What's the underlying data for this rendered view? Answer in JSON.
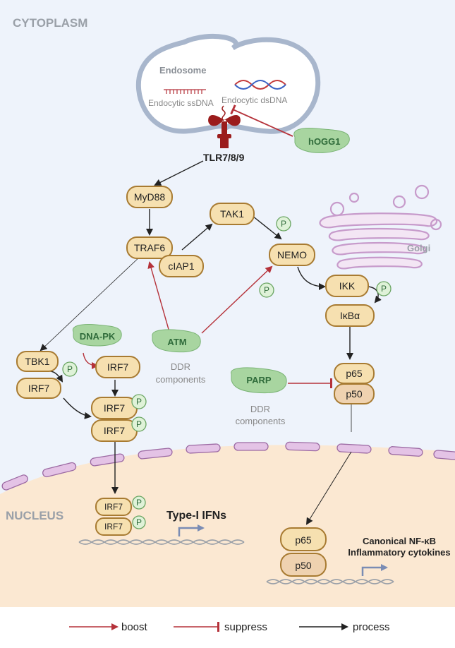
{
  "regions": {
    "cytoplasm": "CYTOPLASM",
    "nucleus": "NUCLEUS"
  },
  "endosome": {
    "title": "Endosome",
    "ssdna": "Endocytic ssDNA",
    "dsdna": "Endocytic dsDNA"
  },
  "golgi": "Golgi",
  "receptor": "TLR7/8/9",
  "nodes": {
    "myd88": "MyD88",
    "traf6": "TRAF6",
    "ciap1": "cIAP1",
    "tak1": "TAK1",
    "nemo": "NEMO",
    "ikk": "IKK",
    "ikba": "IκBα",
    "tbk1": "TBK1",
    "irf7_a": "IRF7",
    "irf7_b": "IRF7",
    "irf7_c": "IRF7",
    "irf7_d": "IRF7",
    "irf7_e": "IRF7",
    "irf7_f": "IRF7",
    "p65_a": "p65",
    "p50_a": "p50",
    "p65_b": "p65",
    "p50_b": "p50"
  },
  "green": {
    "hogg1": "hOGG1",
    "dnapk": "DNA-PK",
    "atm": "ATM",
    "parp": "PARP"
  },
  "phospho": "P",
  "ddr": {
    "line1": "DDR",
    "line2": "components"
  },
  "outputs": {
    "type1": "Type-I IFNs",
    "nfkb_line1": "Canonical NF-κB",
    "nfkb_line2": "Inflammatory cytokines"
  },
  "legend": {
    "boost": "boost",
    "suppress": "suppress",
    "process": "process"
  },
  "colors": {
    "boost": "#b5323a",
    "process": "#222222",
    "node_fill": "#f6e0b0",
    "node_stroke": "#a87b32",
    "p50_fill": "#efd2b0",
    "green_fill": "#a8d5a0",
    "membrane": "#d9b7dd",
    "nucleus_bg": "#fbe8d2",
    "cyto_bg": "#eef3fb",
    "endo_stroke": "#a8b6cc",
    "receptor": "#9b1c1c"
  }
}
